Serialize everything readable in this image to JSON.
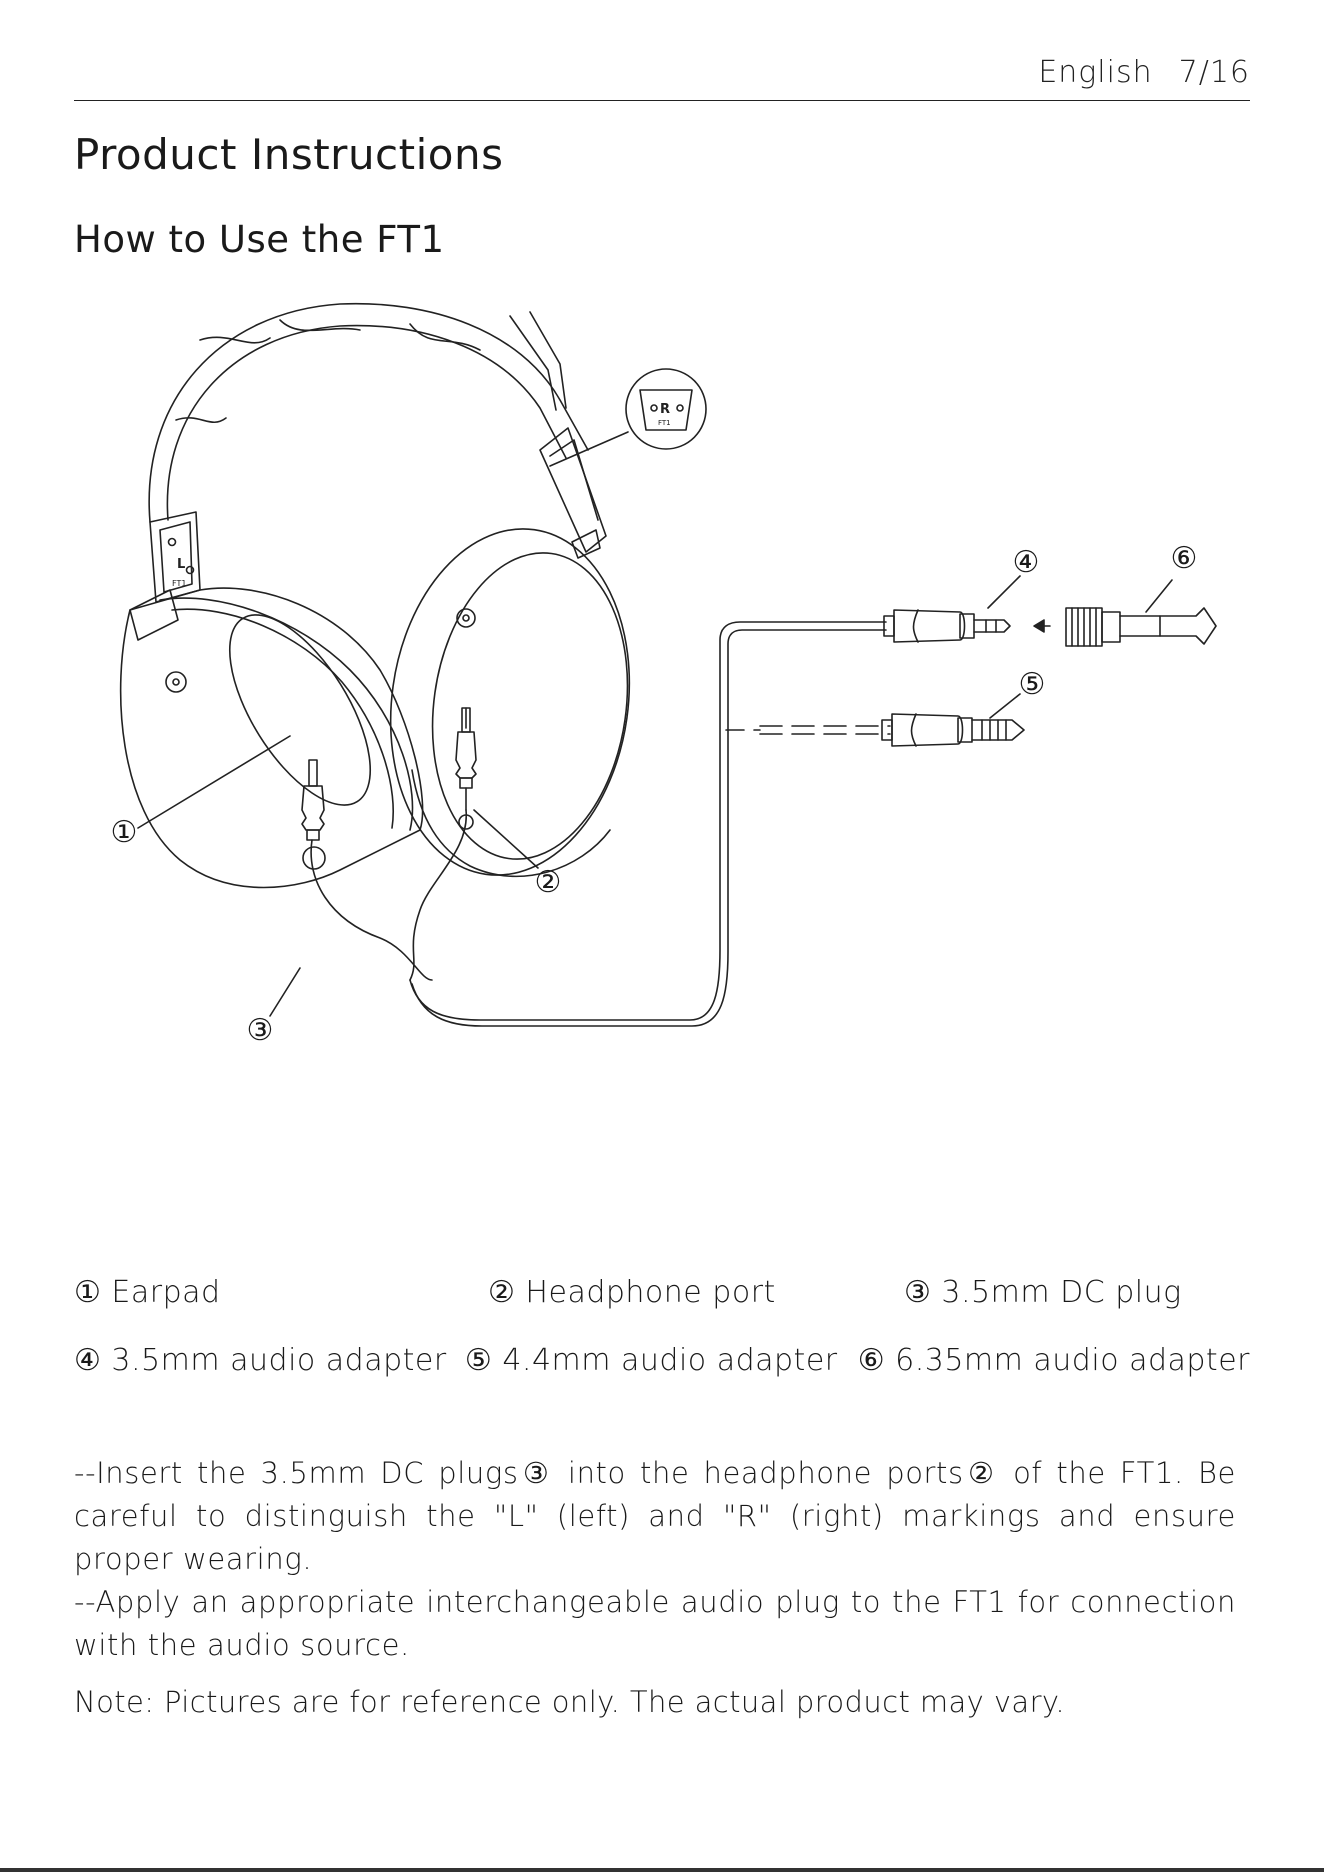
{
  "header": {
    "language": "English",
    "page": "7/16"
  },
  "page_title": "Product Instructions",
  "section_title": "How to Use the FT1",
  "diagram": {
    "callouts": [
      "①",
      "②",
      "③",
      "④",
      "⑤",
      "⑥"
    ],
    "badge_right": {
      "letter": "R",
      "model": "FT1"
    },
    "badge_left": {
      "letter": "L",
      "model": "FT1"
    }
  },
  "legend": [
    [
      "① Earpad",
      "② Headphone port",
      "③ 3.5mm DC plug"
    ],
    [
      "④ 3.5mm audio adapter",
      "⑤ 4.4mm audio adapter",
      "⑥ 6.35mm audio adapter"
    ]
  ],
  "instructions": [
    "--Insert the 3.5mm DC plugs③ into the headphone ports② of the FT1. Be careful to distinguish the \"L\" (left) and \"R\" (right) markings and ensure proper wearing.",
    "--Apply an appropriate interchangeable audio plug to the FT1 for connection with the audio source."
  ],
  "note": "Note: Pictures are for reference only. The actual product may vary."
}
